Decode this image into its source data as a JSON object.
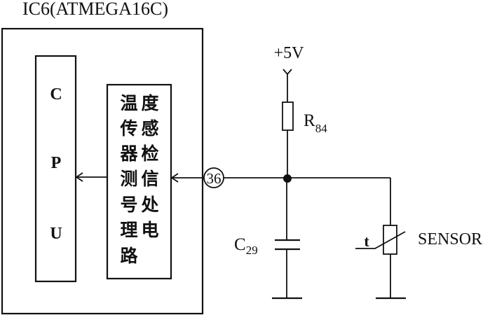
{
  "ic": {
    "title": "IC6(ATMEGA16C)"
  },
  "cpu": {
    "letters": [
      "C",
      "P",
      "U"
    ]
  },
  "signal_block": {
    "label": "温度传感器检测信号处理电路",
    "columns": [
      [
        "温",
        "传",
        "器",
        "测",
        "号",
        "理",
        "路"
      ],
      [
        "度",
        "感",
        "检",
        "信",
        "处",
        "电"
      ]
    ]
  },
  "pin": {
    "number": "36"
  },
  "supply": {
    "label": "+5V"
  },
  "resistor": {
    "letter": "R",
    "subscript": "84"
  },
  "capacitor": {
    "letter": "C",
    "subscript": "29"
  },
  "sensor": {
    "label": "SENSOR",
    "param": "t"
  }
}
